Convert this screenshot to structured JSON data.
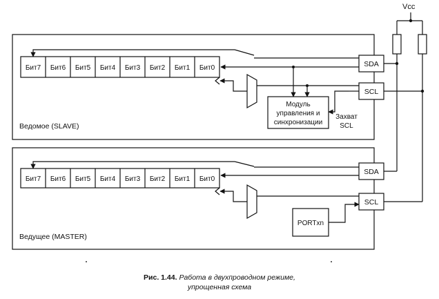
{
  "vcc_label": "Vcc",
  "slave": {
    "title": "Ведомое (SLAVE)",
    "bits": [
      "Бит7",
      "Бит6",
      "Бит5",
      "Бит4",
      "Бит3",
      "Бит2",
      "Бит1",
      "Бит0"
    ],
    "sda": "SDA",
    "scl": "SCL",
    "control_line1": "Модуль",
    "control_line2": "управления и",
    "control_line3": "синхронизации",
    "capture_line1": "Захват",
    "capture_line2": "SCL"
  },
  "master": {
    "title": "Ведущее (MASTER)",
    "bits": [
      "Бит7",
      "Бит6",
      "Бит5",
      "Бит4",
      "Бит3",
      "Бит2",
      "Бит1",
      "Бит0"
    ],
    "sda": "SDA",
    "scl": "SCL",
    "port": "PORTxn"
  },
  "caption": {
    "label": "Рис. 1.44.",
    "line1": "Работа в двухпроводном режиме,",
    "line2": "упрощенная схема"
  }
}
